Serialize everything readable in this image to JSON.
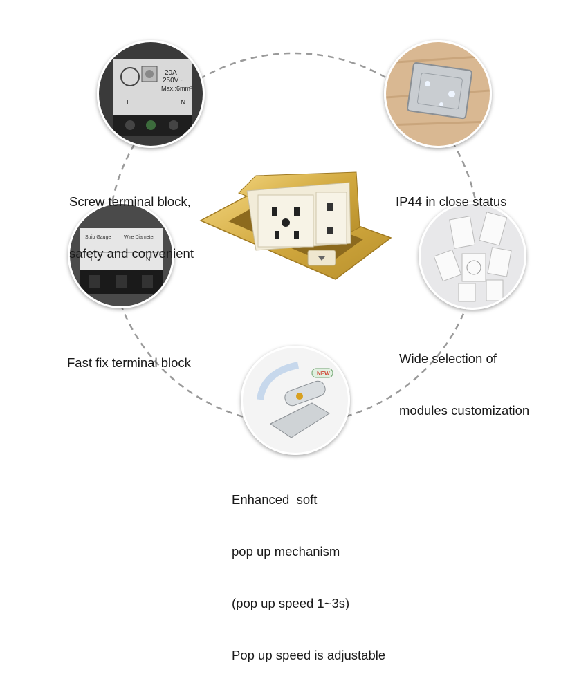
{
  "features": {
    "screw_terminal": {
      "line1": "Screw terminal block,",
      "line2": "safety and convenient",
      "plate_rating_1": "20A",
      "plate_rating_2": "250V~",
      "plate_max": "Max.:6mm²",
      "plate_l": "L",
      "plate_n": "N"
    },
    "ip44": {
      "line1": "IP44 in close status"
    },
    "fast_fix": {
      "line1": "Fast fix terminal block",
      "label_strip": "Strip Gauge",
      "label_wire": "Wire Diameter",
      "label_l": "L",
      "label_n": "N"
    },
    "modules": {
      "line1": "Wide selection of",
      "line2": "modules customization"
    },
    "mechanism": {
      "line1": "Enhanced  soft",
      "line2": "pop up mechanism",
      "line3": "(pop up speed 1~3s)",
      "line4": "Pop up speed is adjustable",
      "badge": "NEW"
    }
  },
  "colors": {
    "dashed_ring": "#9a9a9a",
    "brass": "#d8b04a",
    "socket_face": "#f2ecd9"
  }
}
